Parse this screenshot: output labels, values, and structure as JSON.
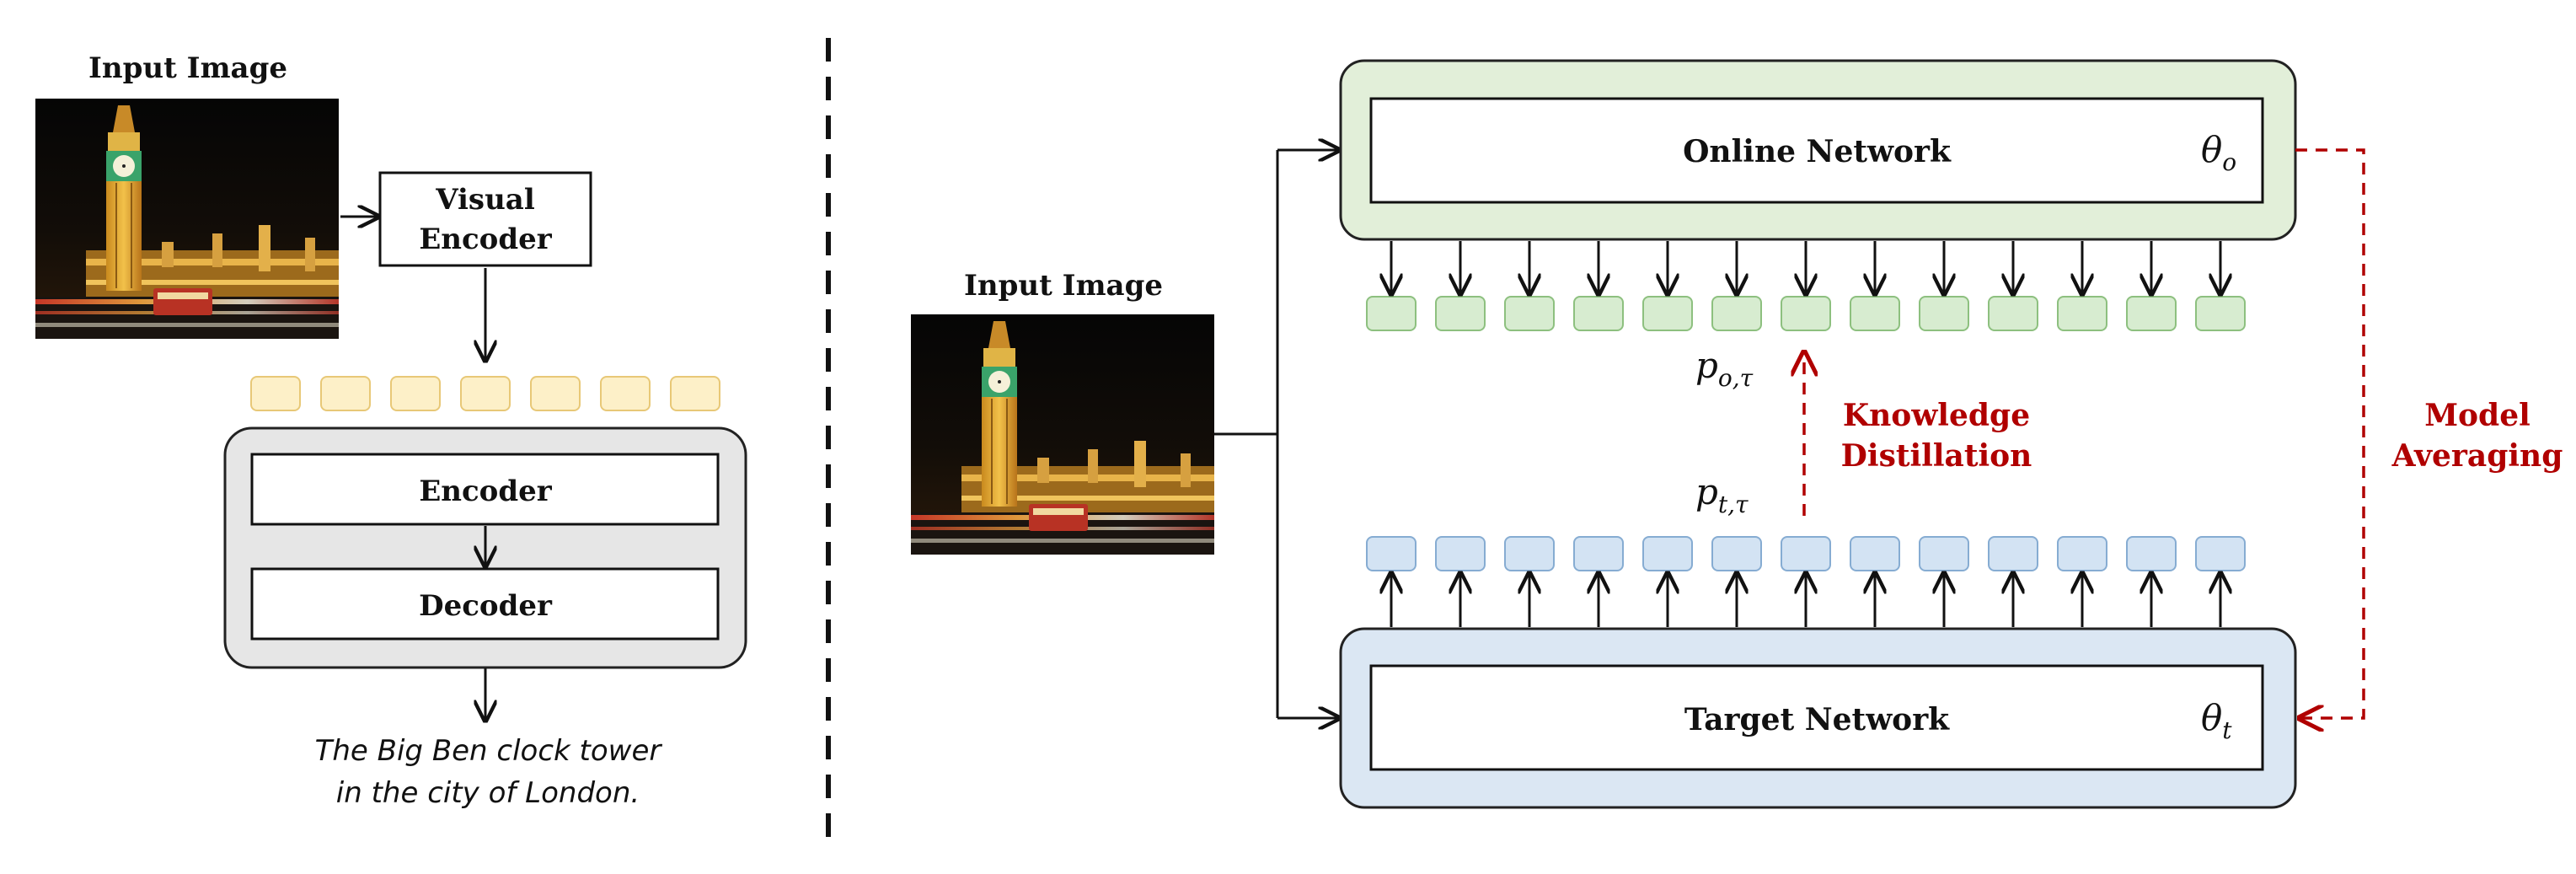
{
  "left_panel": {
    "input_title": "Input Image",
    "visual_encoder": [
      "Visual",
      "Encoder"
    ],
    "encoder": "Encoder",
    "decoder": "Decoder",
    "caption": [
      "The Big Ben clock tower",
      "in the city of London."
    ],
    "token_count": 7
  },
  "right_panel": {
    "input_title": "Input Image",
    "online_network": "Online Network",
    "online_param": "θ",
    "online_param_sub": "o",
    "target_network": "Target Network",
    "target_param": "θ",
    "target_param_sub": "t",
    "online_output": "p",
    "online_output_sub": "o,τ",
    "target_output": "p",
    "target_output_sub": "t,τ",
    "distillation": [
      "Knowledge",
      "Distillation"
    ],
    "averaging": [
      "Model",
      "Averaging"
    ],
    "token_count": 13
  },
  "colors": {
    "yellow_token": "#fdf0c8",
    "yellow_stroke": "#e8c877",
    "green_token": "#d7ecd0",
    "green_stroke": "#8dc07f",
    "blue_token": "#d3e3f3",
    "blue_stroke": "#86acd2",
    "online_bg": "#e2efd9",
    "target_bg": "#dbe7f3",
    "gray_bg": "#e6e6e6",
    "red_accent": "#b00000"
  }
}
